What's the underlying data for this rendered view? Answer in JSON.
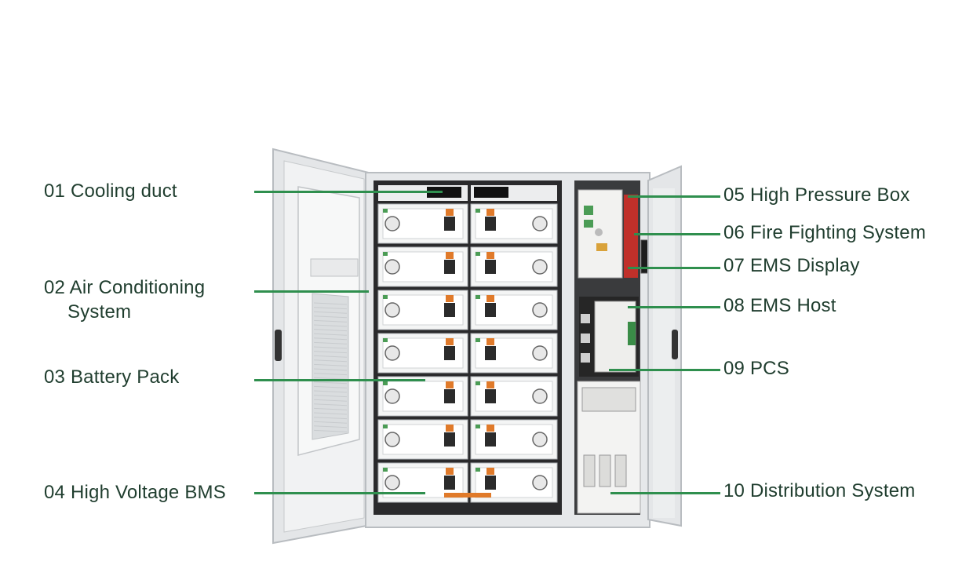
{
  "labels_left": [
    {
      "id": "01",
      "text": "01 Cooling duct"
    },
    {
      "id": "02",
      "text": "02 Air Conditioning",
      "text2": "System"
    },
    {
      "id": "03",
      "text": "03 Battery Pack"
    },
    {
      "id": "04",
      "text": "04 High Voltage BMS"
    }
  ],
  "labels_right": [
    {
      "id": "05",
      "text": "05 High Pressure Box"
    },
    {
      "id": "06",
      "text": "06 Fire Fighting System"
    },
    {
      "id": "07",
      "text": "07 EMS Display"
    },
    {
      "id": "08",
      "text": "08 EMS Host"
    },
    {
      "id": "09",
      "text": "09 PCS"
    },
    {
      "id": "10",
      "text": "10 Distribution System"
    }
  ],
  "colors": {
    "leader_line": "#2f8f4e",
    "label_text": "#1f3d2e",
    "cabinet_body": "#e6e8ea",
    "module_connector": "#e07a2a",
    "fire_unit": "#c0302a"
  }
}
